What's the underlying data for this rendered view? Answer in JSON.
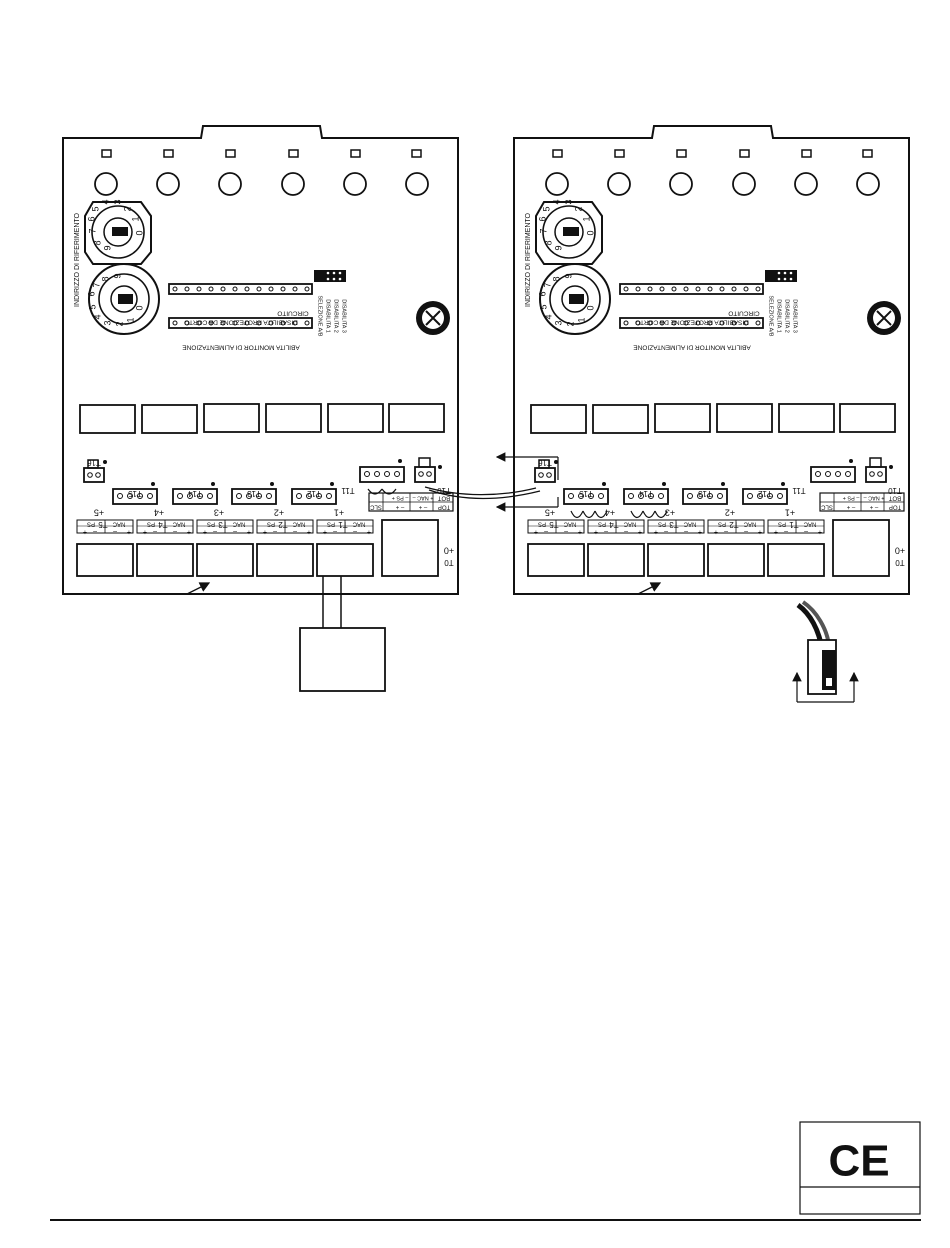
{
  "diagram": {
    "address_label": "INDIRIZZO DI RIFERIMENTO",
    "dial_upper": [
      "0",
      "1",
      "2",
      "3",
      "4",
      "5",
      "6",
      "7",
      "8",
      "9"
    ],
    "dial_lower": [
      "0",
      "1",
      "2",
      "3",
      "4",
      "5",
      "6",
      "7",
      "8",
      "9"
    ],
    "circuit_label": "CIRCUITO",
    "short_protection_label": "DISABILITA PROTEZIONE DA CORTO",
    "power_monitor_label": "ABILITA MONITOR DI ALIMENTAZIONE",
    "jumper_labels": [
      "SELEZIONE A/B",
      "DISABILITA 1",
      "DISABILITA 2",
      "DISABILITA 3"
    ],
    "small_terminals": [
      "T16",
      "T15",
      "T14",
      "T13",
      "T12",
      "T11",
      "T10"
    ],
    "channel_terminals": [
      "T5",
      "T4",
      "T3",
      "T2",
      "T1",
      "T0"
    ],
    "channel_marks": [
      "+5",
      "+4",
      "+3",
      "+2",
      "+1",
      "+0"
    ],
    "header_ps": "PS",
    "header_nac": "NAC",
    "polarity": [
      "+",
      "–",
      "–",
      "+"
    ],
    "slc_box": {
      "top": "TOP",
      "bot": "BOT",
      "nac": "+ NAC –",
      "ps": "– PS +",
      "slc": "SLC",
      "minus": "–",
      "plus": "+"
    },
    "ce_mark": "CE"
  }
}
